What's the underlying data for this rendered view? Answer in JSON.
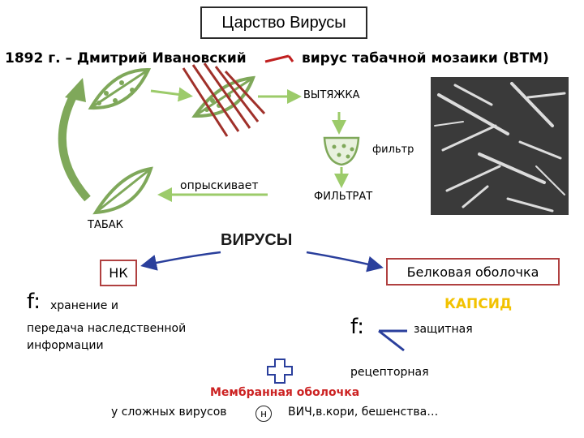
{
  "title": "Царство Вирусы",
  "header": {
    "discovery": "1892 г. – Дмитрий Ивановский",
    "virus_name": "вирус табачной мозаики (ВТМ)"
  },
  "diagram": {
    "extract": "ВЫТЯЖКА",
    "filter": "фильтр",
    "filtrate": "ФИЛЬТРАТ",
    "sprays": "опрыскивает",
    "tobacco": "ТАБАК",
    "viruses": "ВИРУСЫ"
  },
  "nucleic_acid": {
    "label": "НК",
    "function_symbol": "f:",
    "function_line1": "хранение  и",
    "function_line2": "передача наследственной",
    "function_line3": "информации"
  },
  "protein_coat": {
    "label": "Белковая оболочка",
    "capsid": "КАПСИД",
    "function_symbol": "f:",
    "function_protective": "защитная",
    "function_receptor": "рецепторная"
  },
  "membrane": {
    "title": "Мембранная оболочка",
    "complex_viruses": "у сложных вирусов",
    "marker": "н",
    "examples": "ВИЧ,в.кори, бешенства…"
  },
  "colors": {
    "leaf_green": "#7fa85a",
    "cross_red": "#a0302a",
    "arrow_green": "#9ccb6a",
    "arrow_blue": "#2a3f9c",
    "box_border": "#b04040",
    "capsid_yellow": "#f2c200",
    "membrane_red": "#cc2222"
  }
}
